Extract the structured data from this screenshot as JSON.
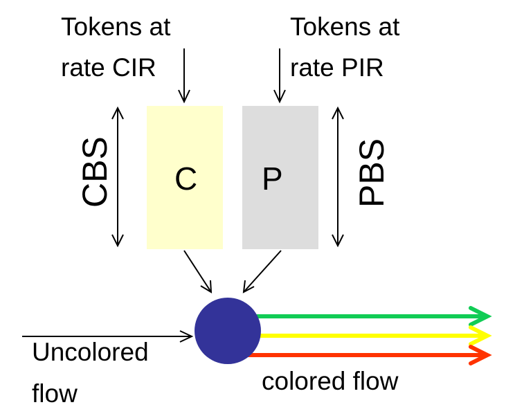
{
  "tokens_c": {
    "line1": "Tokens at",
    "line2": "rate CIR"
  },
  "tokens_p": {
    "line1": "Tokens at",
    "line2": "rate PIR"
  },
  "cbs_label": "CBS",
  "pbs_label": "PBS",
  "bucket_c": {
    "label": "C",
    "color": "#ffffcc"
  },
  "bucket_p": {
    "label": "P",
    "color": "#dddddd"
  },
  "meter_color": "#333399",
  "uncolored": {
    "line1": "Uncolored",
    "line2": "flow"
  },
  "colored_label": "colored flow",
  "output_colors": {
    "green": "#11cc55",
    "yellow": "#ffff00",
    "red": "#ff3300"
  }
}
